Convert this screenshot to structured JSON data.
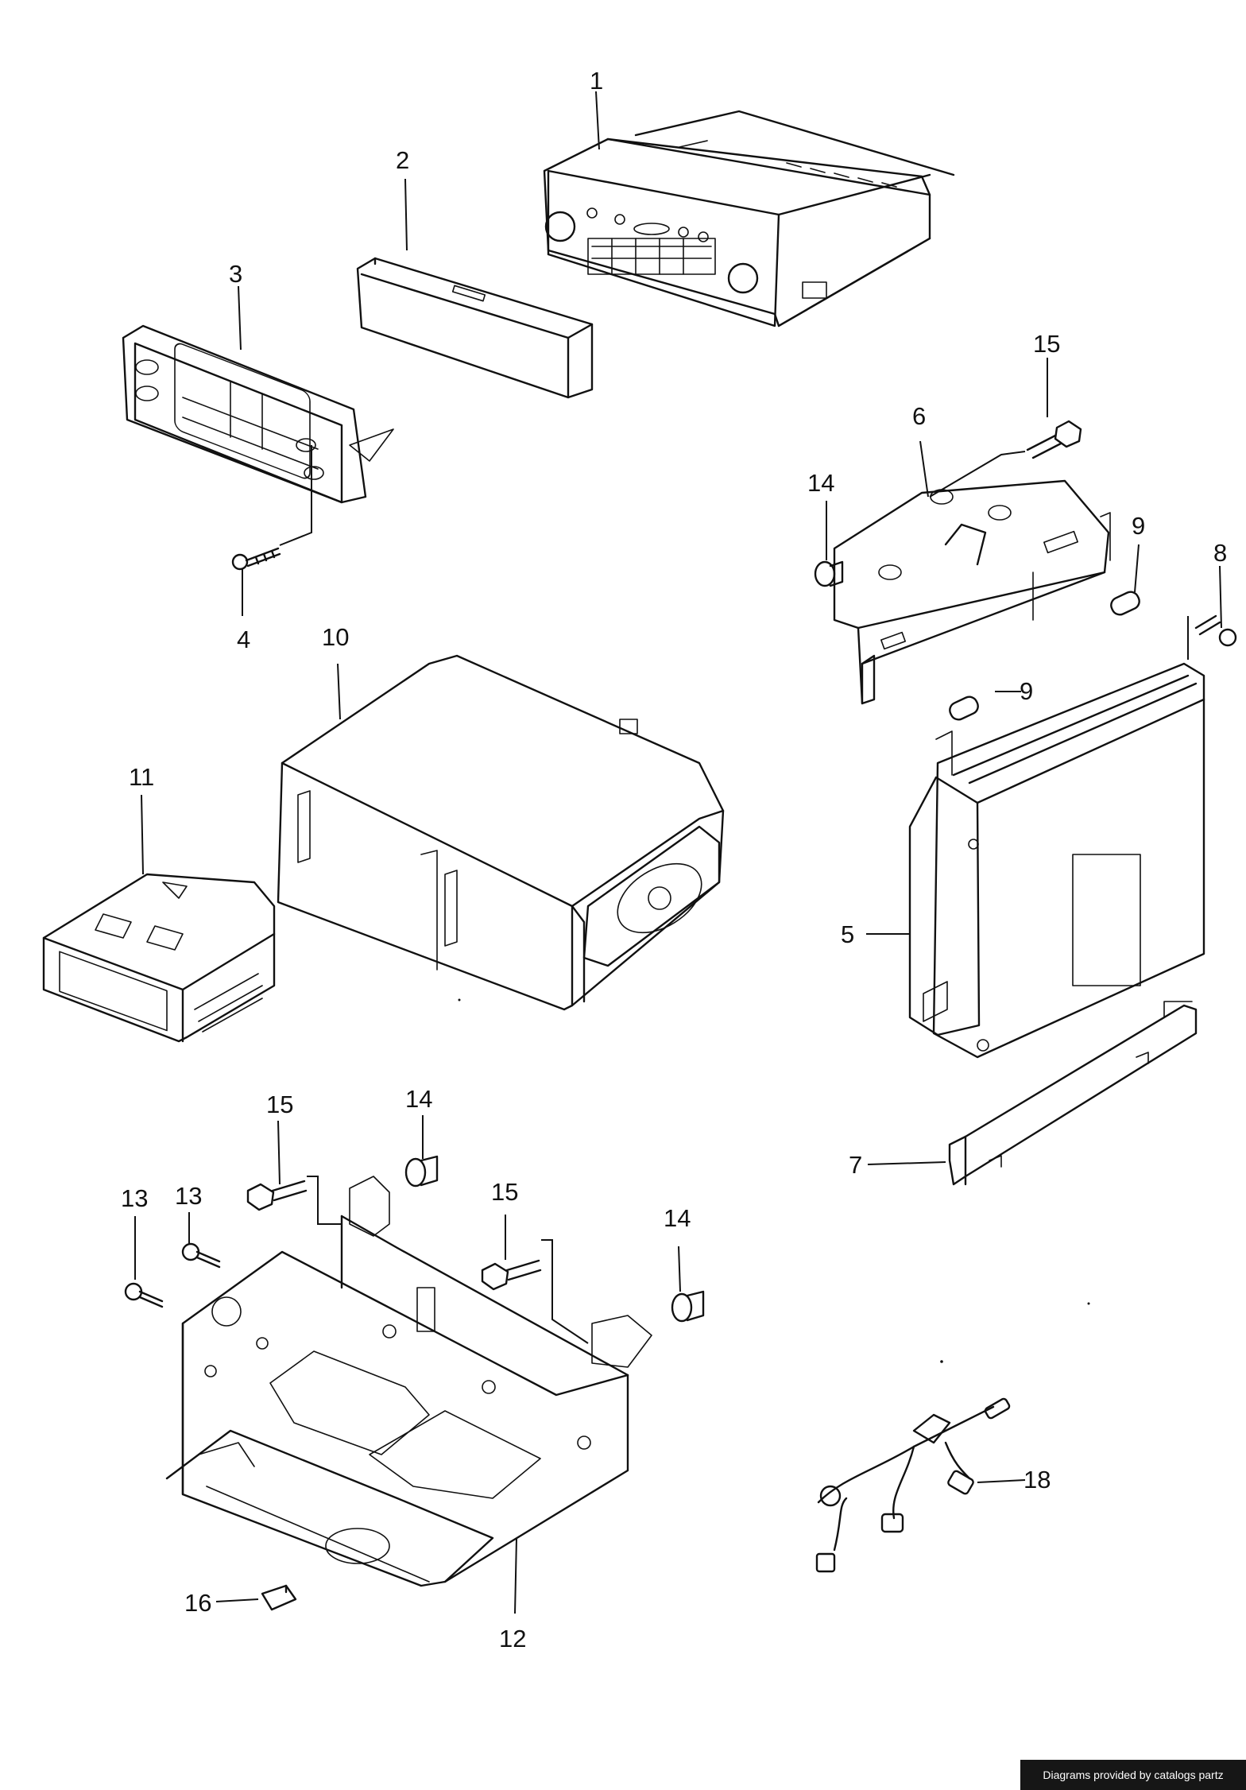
{
  "callouts": {
    "c1": "1",
    "c2": "2",
    "c3": "3",
    "c4": "4",
    "c5": "5",
    "c6": "6",
    "c7": "7",
    "c8": "8",
    "c9a": "9",
    "c9b": "9",
    "c10": "10",
    "c11": "11",
    "c12": "12",
    "c13a": "13",
    "c13b": "13",
    "c14a": "14",
    "c14b": "14",
    "c14c": "14",
    "c15a": "15",
    "c15b": "15",
    "c15c": "15",
    "c16": "16",
    "c18": "18"
  },
  "footer": {
    "credit": "Diagrams provided by catalogs partz"
  }
}
